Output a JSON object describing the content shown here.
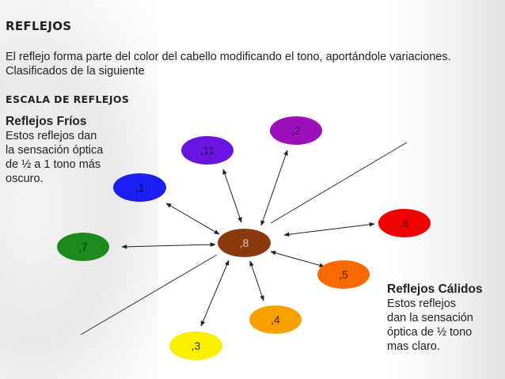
{
  "header": {
    "title": "REFLEJOS",
    "intro_line1": "El reflejo forma parte del color del cabello modificando el tono, aportándole variaciones.",
    "intro_line2": "Clasificados de la siguiente",
    "scale_title": "ESCALA DE REFLEJOS"
  },
  "cold": {
    "heading": "Reflejos Fríos",
    "lines": [
      "Estos reflejos dan",
      "la sensación óptica",
      "de ½ a 1 tono más",
      "oscuro."
    ]
  },
  "warm": {
    "heading": "Reflejos Cálidos",
    "lines": [
      "Estos reflejos",
      "dan la sensación",
      "óptica de ½ tono",
      "mas claro."
    ]
  },
  "nodes": [
    {
      "id": "center",
      "label": ",8",
      "color": "#8b3a0f",
      "text_color": "#e8c8a8"
    },
    {
      "id": "r2",
      "label": ",2",
      "color": "#9b10b8",
      "text_color": "#3d0050"
    },
    {
      "id": "r11",
      "label": ",11",
      "color": "#6a14e0",
      "text_color": "#26005a"
    },
    {
      "id": "r1",
      "label": ",1",
      "color": "#1d1ff0",
      "text_color": "#000070"
    },
    {
      "id": "r7",
      "label": ",7",
      "color": "#1d8a1d",
      "text_color": "#0a3a0a"
    },
    {
      "id": "r3",
      "label": ",3",
      "color": "#f8f000",
      "text_color": "#333300"
    },
    {
      "id": "r4",
      "label": ",4",
      "color": "#f8a000",
      "text_color": "#4a2a00"
    },
    {
      "id": "r5",
      "label": ",5",
      "color": "#f86a00",
      "text_color": "#4a1a00"
    },
    {
      "id": "r6",
      "label": ",6",
      "color": "#f00000",
      "text_color": "#4a0000"
    }
  ]
}
